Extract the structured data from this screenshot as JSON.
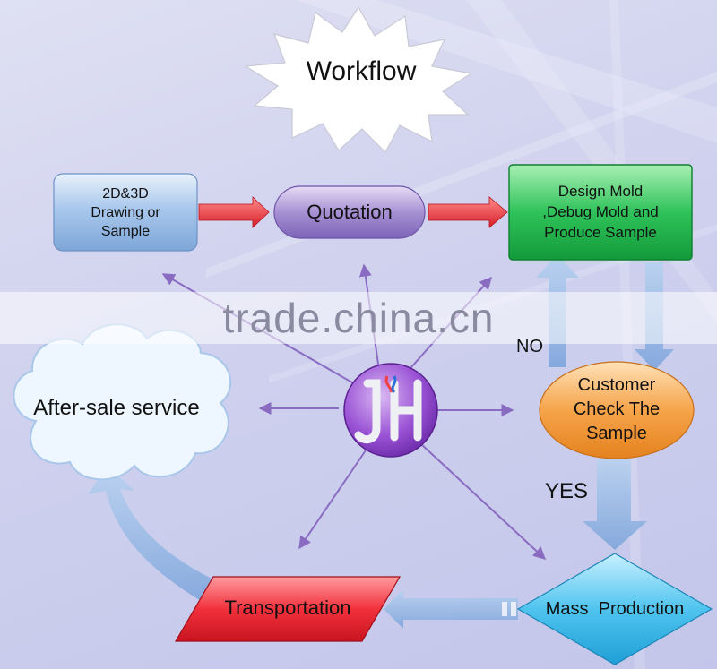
{
  "title": "Workflow",
  "nodes": {
    "drawing": "2D&3D\nDrawing or\nSample",
    "quotation": "Quotation",
    "design": "Design Mold\n,Debug Mold and\nProduce Sample",
    "customer_check": "Customer\nCheck The\nSample",
    "mass_production": "Mass  Production",
    "transportation": "Transportation",
    "after_sale": "After-sale service"
  },
  "edge_labels": {
    "no": "NO",
    "yes": "YES"
  },
  "watermark": "trade.china.cn",
  "colors": {
    "drawing": "#8fb6e0",
    "quotation": "#9b86c8",
    "design": "#2fbf55",
    "customer_check": "#f39a3a",
    "mass_production": "#39b6e8",
    "transportation": "#ef2a34",
    "arrow_red": "#e8303a",
    "arrow_purple": "#8a6bc2",
    "arrow_blue": "#86aee0"
  }
}
